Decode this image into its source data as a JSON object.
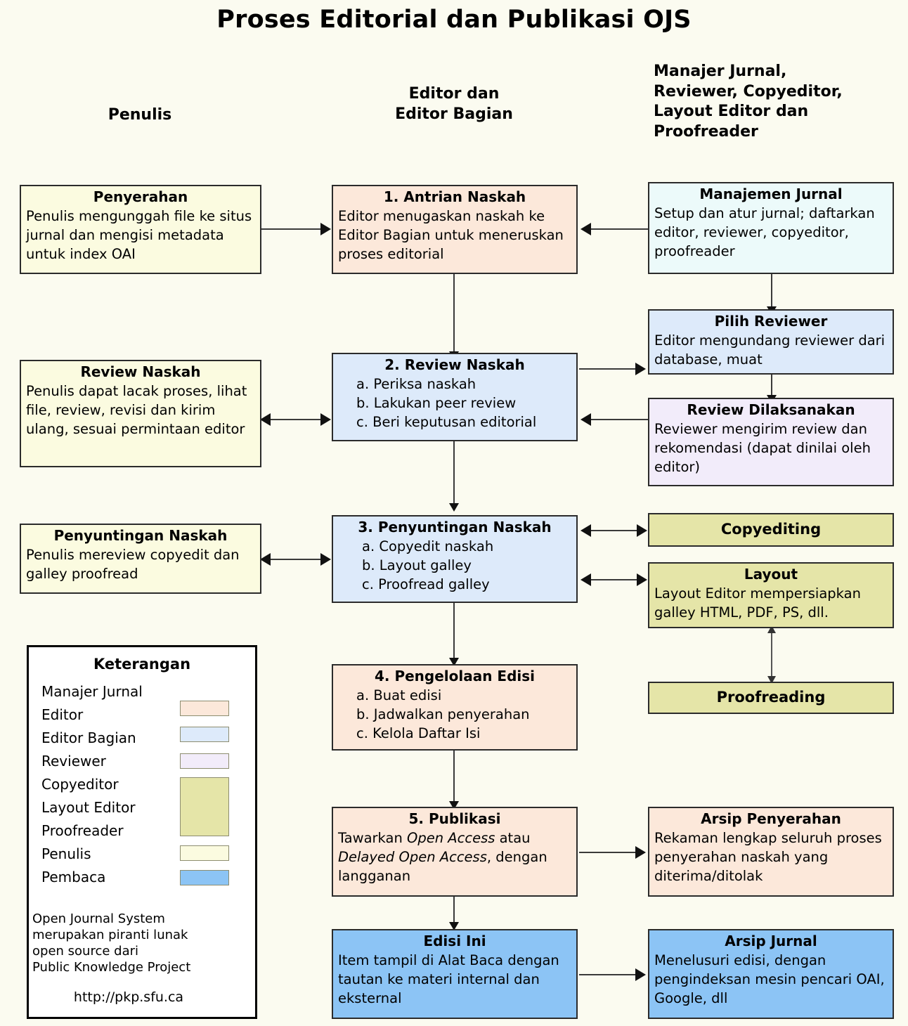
{
  "title": "Proses Editorial dan Publikasi OJS",
  "columns": {
    "author": "Penulis",
    "editor": "Editor dan\nEditor Bagian",
    "staff": "Manajer Jurnal,\nReviewer, Copyeditor,\nLayout Editor dan\nProofreader"
  },
  "nodes": {
    "penyerahan": {
      "title": "Penyerahan",
      "body": "Penulis mengunggah file ke situs jurnal dan mengisi metadata untuk index OAI",
      "role": "Penulis"
    },
    "antrian": {
      "title": "1. Antrian Naskah",
      "body": "Editor menugaskan naskah ke Editor Bagian untuk meneruskan proses editorial",
      "role": "Editor"
    },
    "manajemen": {
      "title": "Manajemen Jurnal",
      "body": "Setup dan atur jurnal; daftarkan editor, reviewer, copyeditor, proofreader",
      "role": "Manajer Jurnal"
    },
    "review_naskah_a": {
      "title": "Review Naskah",
      "body": "Penulis dapat lacak proses, lihat file, review, revisi dan kirim ulang, sesuai permintaan editor",
      "role": "Penulis"
    },
    "review_naskah_e": {
      "title": "2. Review Naskah",
      "items": [
        "a. Periksa naskah",
        "b. Lakukan peer review",
        "c. Beri keputusan editorial"
      ],
      "role": "Editor Bagian"
    },
    "pilih_reviewer": {
      "title": "Pilih Reviewer",
      "body": "Editor mengundang reviewer dari database, muat",
      "role": "Editor Bagian"
    },
    "review_dilaks": {
      "title": "Review Dilaksanakan",
      "body": "Reviewer mengirim review dan rekomendasi (dapat dinilai oleh editor)",
      "role": "Reviewer"
    },
    "penyunt_a": {
      "title": "Penyuntingan Naskah",
      "body": "Penulis mereview copyedit dan galley proofread",
      "role": "Penulis"
    },
    "penyunt_e": {
      "title": "3. Penyuntingan Naskah",
      "items": [
        "a. Copyedit naskah",
        "b. Layout galley",
        "c. Proofread galley"
      ],
      "role": "Editor Bagian"
    },
    "copyediting": {
      "title": "Copyediting",
      "role": "Copyeditor"
    },
    "layout": {
      "title": "Layout",
      "body": "Layout Editor mempersiapkan galley HTML, PDF, PS, dll.",
      "role": "Layout Editor"
    },
    "proofreading": {
      "title": "Proofreading",
      "role": "Proofreader"
    },
    "pengelolaan": {
      "title": "4. Pengelolaan Edisi",
      "items": [
        "a. Buat edisi",
        "b. Jadwalkan penyerahan",
        "c. Kelola Daftar Isi"
      ],
      "role": "Editor"
    },
    "publikasi": {
      "title": "5. Publikasi",
      "body_html": "Tawarkan <i>Open Access</i> atau <i>Delayed Open Access</i>, dengan langganan",
      "role": "Editor"
    },
    "arsip_penyerahan": {
      "title": "Arsip Penyerahan",
      "body": "Rekaman lengkap seluruh proses penyerahan naskah yang diterima/ditolak",
      "role": "Editor"
    },
    "edisi_ini": {
      "title": "Edisi Ini",
      "body": "Item tampil di Alat Baca dengan tautan ke materi internal dan eksternal",
      "role": "Pembaca"
    },
    "arsip_jurnal": {
      "title": "Arsip Jurnal",
      "body": "Menelusuri edisi, dengan pengindeksan mesin pencari OAI, Google, dll",
      "role": "Pembaca"
    }
  },
  "legend": {
    "title": "Keterangan",
    "rows": [
      {
        "label": "Manajer Jurnal"
      },
      {
        "label": "Editor"
      },
      {
        "label": "Editor Bagian"
      },
      {
        "label": "Reviewer"
      },
      {
        "label": "Copyeditor"
      },
      {
        "label": "Layout Editor"
      },
      {
        "label": "Proofreader"
      },
      {
        "label": "Penulis"
      },
      {
        "label": "Pembaca"
      }
    ],
    "note": "Open Journal System\nmerupakan piranti lunak\nopen source dari\nPublic Knowledge Project",
    "url": "http://pkp.sfu.ca"
  },
  "colors": {
    "background": "#fbfbf0",
    "editor": "#fce8da",
    "section_editor": "#ddeafa",
    "reviewer": "#f2ecfa",
    "staff": "#e5e5a8",
    "author": "#fbfbe0",
    "reader": "#8cc4f5",
    "manager": "#ecfafa",
    "stroke": "#2b2b2b"
  }
}
